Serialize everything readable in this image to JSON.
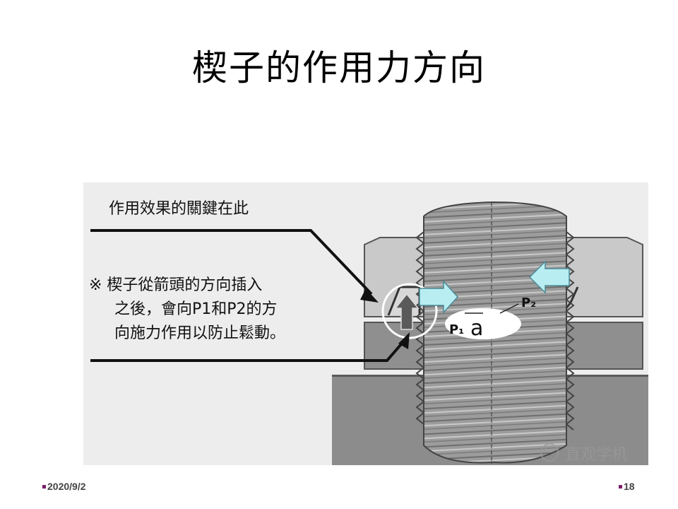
{
  "slide": {
    "title": "楔子的作用力方向",
    "date": "2020/9/2",
    "page_number": "18"
  },
  "figure": {
    "callout_top": "作用效果的關鍵在此",
    "note_line1": "※ 楔子從箭頭的方向插入",
    "note_line2": "之後，會向P1和P2的方",
    "note_line3": "向施力作用以防止鬆動。",
    "label_p1": "P₁",
    "label_a": "a",
    "label_p2": "P₂",
    "watermark": "直观学机",
    "arrow_color": "#b8eef2",
    "metal_color": "#b9b9b9",
    "base_color": "#8c8c8c"
  }
}
